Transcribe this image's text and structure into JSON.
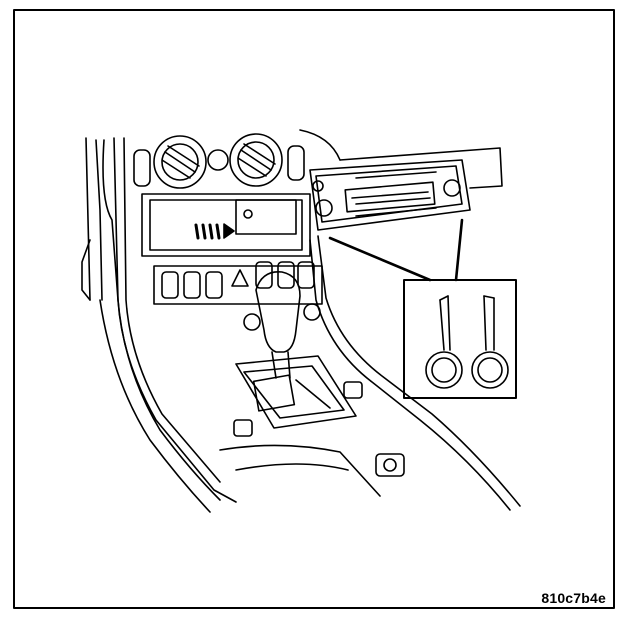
{
  "figure": {
    "id_code": "810c7b4e",
    "subject": "center-console-radio-removal",
    "callout_items": [
      "removal-tool",
      "removal-tool"
    ],
    "colors": {
      "line": "#000000",
      "background": "#ffffff"
    }
  }
}
